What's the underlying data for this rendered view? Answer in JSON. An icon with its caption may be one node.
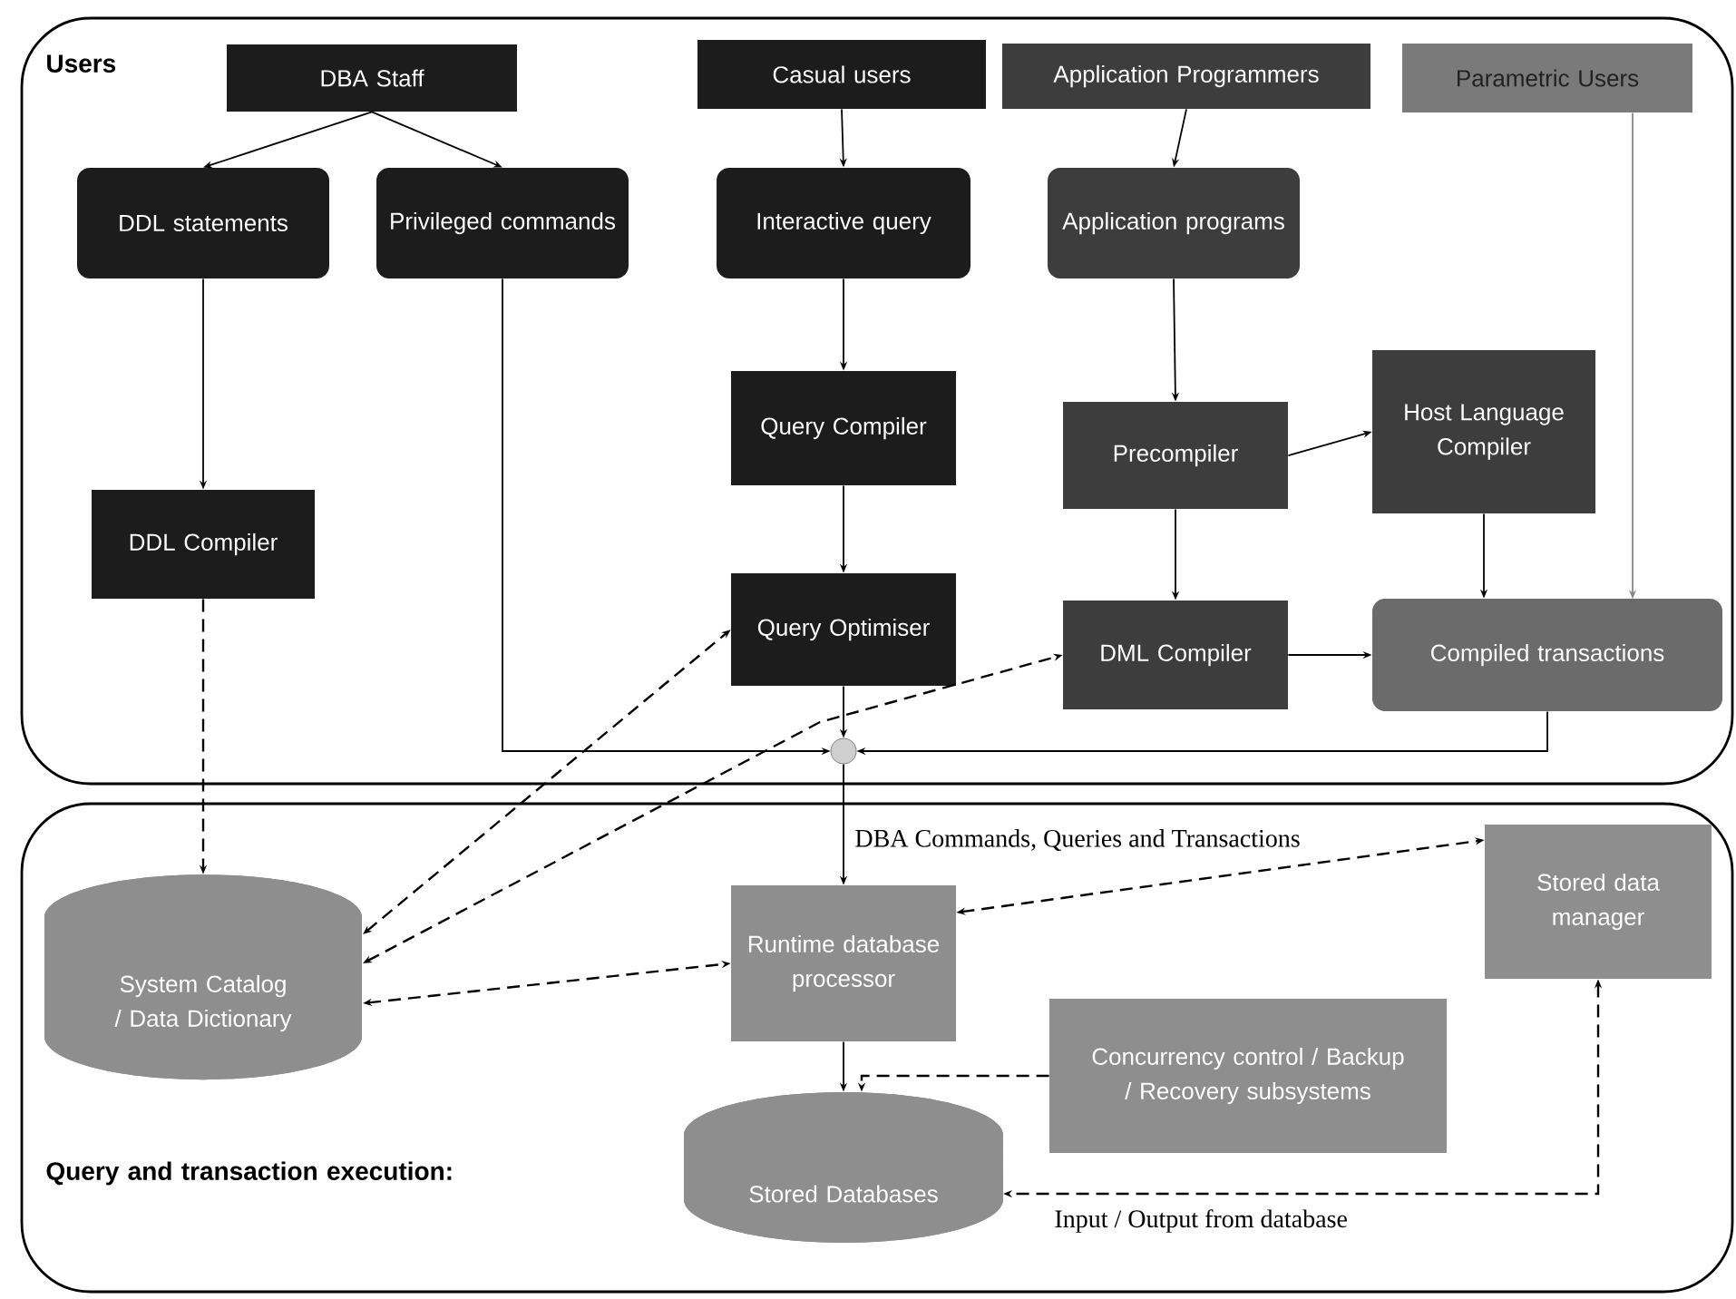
{
  "diagram": {
    "nodes": [
      {
        "text": [
          "Users"
        ]
      },
      {
        "text": [
          "Query and transaction execution:"
        ]
      },
      {
        "text": [
          "DBA Staff"
        ],
        "in": 0
      },
      {
        "text": [
          "Casual users"
        ],
        "in": 0
      },
      {
        "text": [
          "Application Programmers"
        ],
        "in": 0
      },
      {
        "text": [
          "Parametric Users"
        ],
        "in": 0
      },
      {
        "text": [
          "DDL statements"
        ],
        "in": 0
      },
      {
        "text": [
          "Privileged commands"
        ],
        "in": 0
      },
      {
        "text": [
          "Interactive query"
        ],
        "in": 0
      },
      {
        "text": [
          "Application programs"
        ],
        "in": 0
      },
      {
        "text": [
          "Query Compiler"
        ],
        "in": 0
      },
      {
        "text": [
          "Precompiler"
        ],
        "in": 0
      },
      {
        "text": [
          "Host Language Compiler"
        ],
        "in": 0
      },
      {
        "text": [
          "DDL Compiler"
        ],
        "in": 0
      },
      {
        "text": [
          "Query Optimiser"
        ],
        "in": 0
      },
      {
        "text": [
          "DML Compiler"
        ],
        "in": 0
      },
      {
        "text": [
          "Compiled transactions"
        ],
        "in": 0
      },
      {
        "text": [],
        "shape": "circle",
        "in": 0
      },
      {
        "text": [
          "System Catalog / Data Dictionary"
        ],
        "in": 1
      },
      {
        "text": [
          "Runtime database processor"
        ],
        "in": 1
      },
      {
        "text": [
          "Stored data manager"
        ],
        "in": 1
      },
      {
        "text": [
          "Concurrency control / Backup / Recovery subsystems"
        ],
        "in": 1
      },
      {
        "text": [
          "Stored Databases"
        ],
        "in": 1
      }
    ],
    "edges": [
      {
        "from": 2,
        "to": 6,
        "arrow": "to"
      },
      {
        "from": 2,
        "to": 7,
        "arrow": "to"
      },
      {
        "from": 3,
        "to": 8,
        "arrow": "to"
      },
      {
        "from": 4,
        "to": 9,
        "arrow": "to"
      },
      {
        "from": 8,
        "to": 10,
        "arrow": "to"
      },
      {
        "from": 9,
        "to": 11,
        "arrow": "to"
      },
      {
        "from": 11,
        "to": 12,
        "arrow": "to"
      },
      {
        "from": 6,
        "to": 13,
        "arrow": "to"
      },
      {
        "from": 10,
        "to": 14,
        "arrow": "to"
      },
      {
        "from": 11,
        "to": 15,
        "arrow": "to"
      },
      {
        "from": 12,
        "to": 16,
        "arrow": "to"
      },
      {
        "from": 5,
        "to": 16,
        "arrow": "to",
        "color": "#8a8a8a"
      },
      {
        "from": 15,
        "to": 16,
        "arrow": "to"
      },
      {
        "from": 7,
        "to": 17,
        "arrow": "to"
      },
      {
        "from": 14,
        "to": 17,
        "arrow": "to"
      },
      {
        "from": 16,
        "to": 17,
        "arrow": "to"
      },
      {
        "from": 17,
        "to": 19,
        "arrow": "to",
        "label": "DBA Commands, Queries and Transactions"
      },
      {
        "from": 13,
        "to": 18,
        "arrow": "to",
        "style": "dashed"
      },
      {
        "from": 18,
        "to": 14,
        "arrow": "both",
        "style": "dashed"
      },
      {
        "from": 18,
        "to": 15,
        "arrow": "both",
        "style": "dashed"
      },
      {
        "from": 18,
        "to": 19,
        "arrow": "both",
        "style": "dashed"
      },
      {
        "from": 19,
        "to": 20,
        "arrow": "both",
        "style": "dashed"
      },
      {
        "from": 19,
        "to": 22,
        "arrow": "to"
      },
      {
        "from": 21,
        "to": 22,
        "arrow": "to",
        "style": "dashed"
      },
      {
        "from": 20,
        "to": 22,
        "arrow": "both",
        "style": "dashed",
        "label": "Input / Output from database"
      }
    ]
  }
}
